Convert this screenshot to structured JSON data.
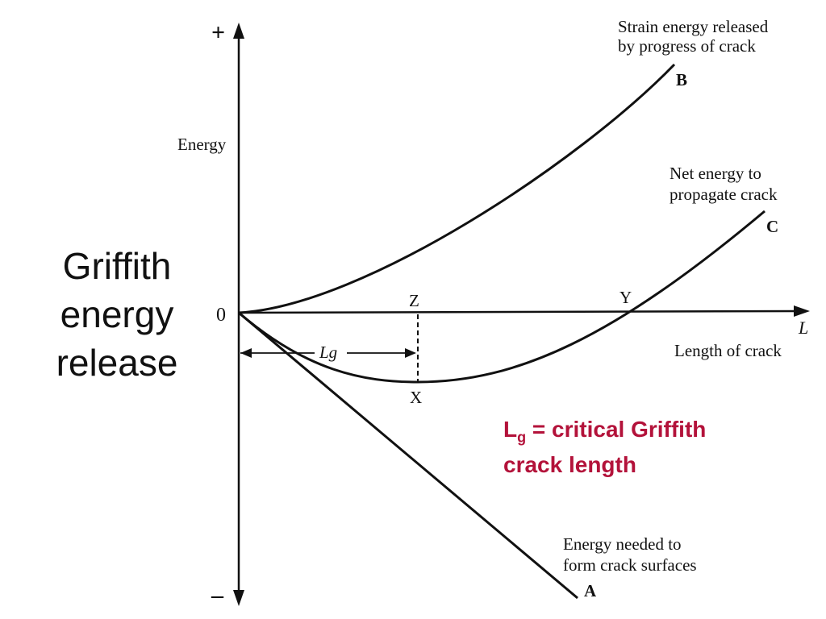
{
  "title": {
    "line1": "Griffith",
    "line2": "energy",
    "line3": "release"
  },
  "note": {
    "symbol": "L",
    "subscript": "g",
    "line1_rest": " = critical Griffith",
    "line2": "crack length",
    "color": "#b3123a"
  },
  "axes": {
    "y_plus": "+",
    "y_minus": "–",
    "y_label": "Energy",
    "origin_label": "0",
    "x_symbol": "L",
    "x_label": "Length of crack"
  },
  "curves": {
    "strain_label_line1": "Strain energy released",
    "strain_label_line2": "by progress of crack",
    "strain_letter": "B",
    "net_label_line1": "Net energy to",
    "net_label_line2": "propagate crack",
    "net_letter": "C",
    "surface_label_line1": "Energy needed to",
    "surface_label_line2": "form crack surfaces",
    "surface_letter": "A"
  },
  "points": {
    "z": "Z",
    "x": "X",
    "y": "Y",
    "lg": "Lg"
  }
}
